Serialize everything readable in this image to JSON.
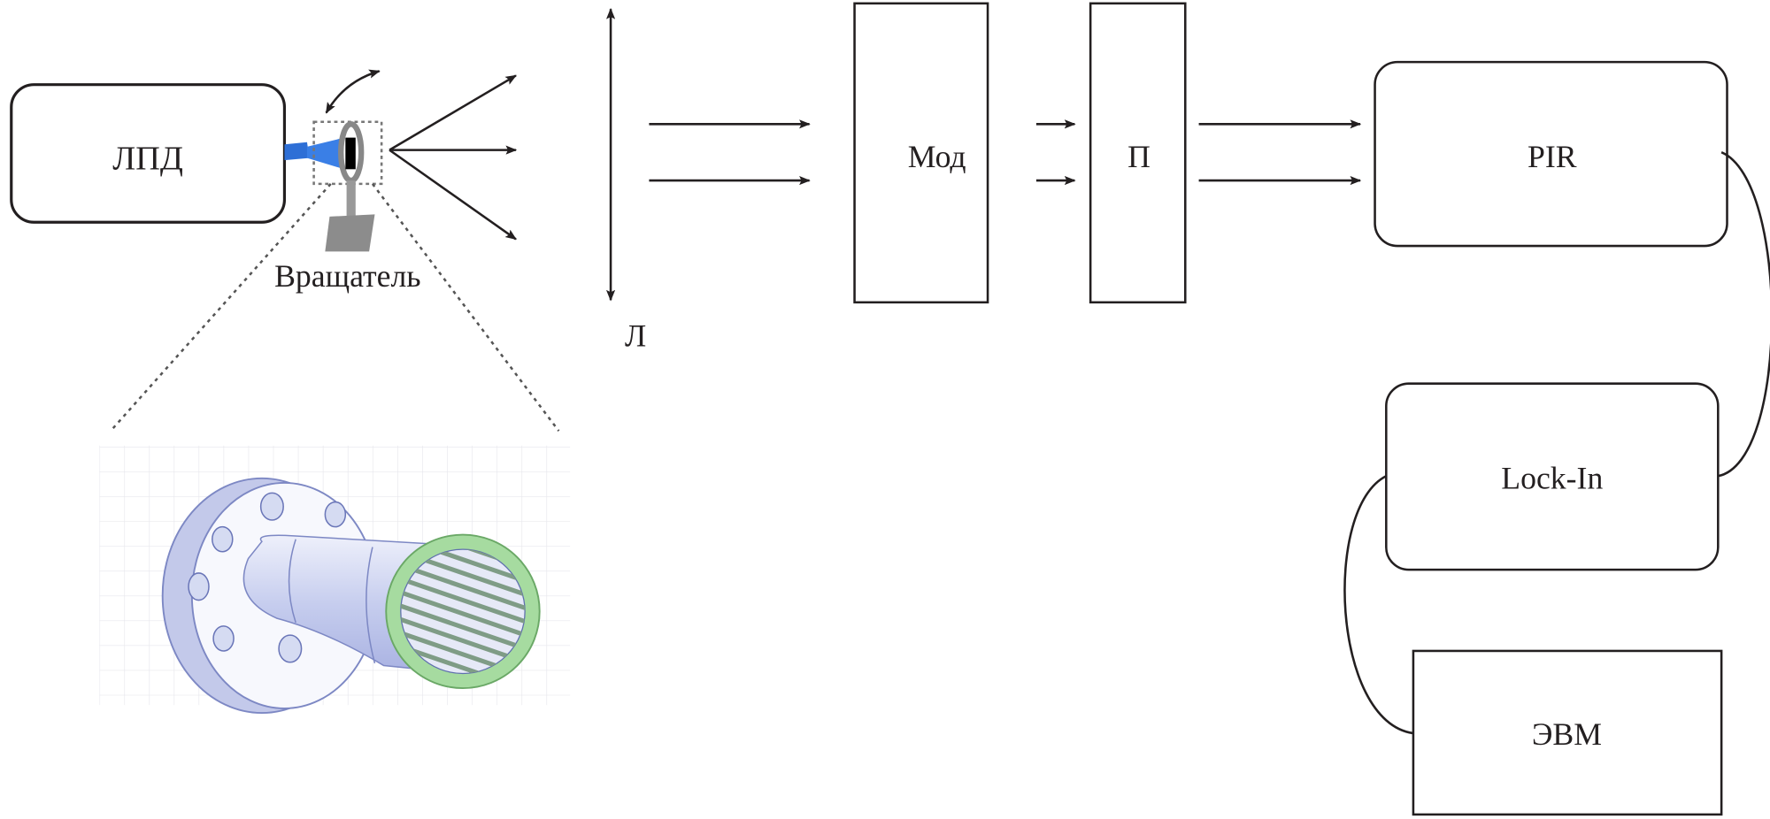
{
  "blocks": {
    "laser": "ЛПД",
    "rotator": "Вращатель",
    "lens": "Л",
    "modulator": "Мод",
    "polarizer": "П",
    "detector": "PIR",
    "lockin": "Lock-In",
    "computer": "ЭВМ"
  },
  "colors": {
    "line": "#231f20",
    "waveguide": "#2e6fd6",
    "rotator_body": "#8c8c8c",
    "grid_ring": "#a6dba0",
    "horn": "#c9d0ee"
  }
}
